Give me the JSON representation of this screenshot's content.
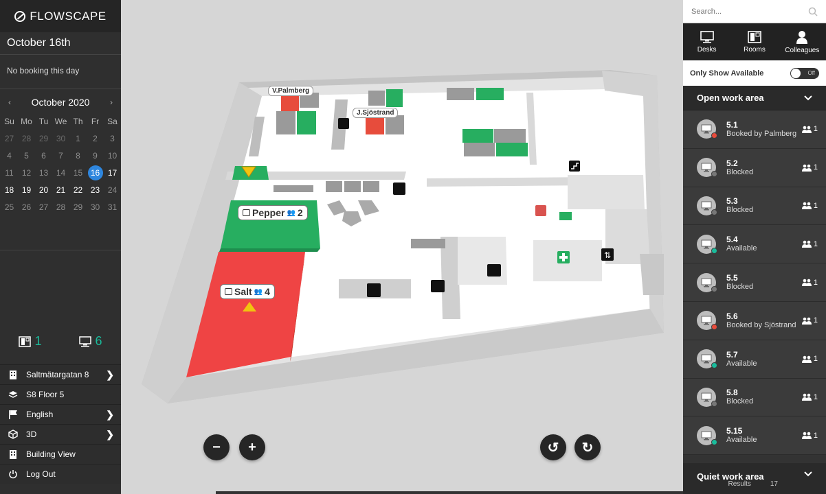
{
  "app": {
    "logo_text": "FLOWSCAPE"
  },
  "left": {
    "date_title": "October 16th",
    "booking_info": "No booking this day",
    "calendar": {
      "month_label": "October 2020",
      "prev": "‹",
      "next": "›",
      "weekdays": [
        "Su",
        "Mo",
        "Tu",
        "We",
        "Th",
        "Fr",
        "Sa"
      ],
      "weeks": [
        [
          "27",
          "28",
          "29",
          "30",
          "1",
          "2",
          "3"
        ],
        [
          "4",
          "5",
          "6",
          "7",
          "8",
          "9",
          "10"
        ],
        [
          "11",
          "12",
          "13",
          "14",
          "15",
          "16",
          "17"
        ],
        [
          "18",
          "19",
          "20",
          "21",
          "22",
          "23",
          "24"
        ],
        [
          "25",
          "26",
          "27",
          "28",
          "29",
          "30",
          "31"
        ]
      ],
      "selected": "16"
    },
    "counts": {
      "rooms": "1",
      "desks": "6"
    },
    "menu": [
      {
        "label": "Saltmätargatan 8",
        "icon": "building-icon",
        "arrow": true
      },
      {
        "label": "S8 Floor 5",
        "icon": "layers-icon",
        "arrow": false
      },
      {
        "label": "English",
        "icon": "flag-icon",
        "arrow": true
      },
      {
        "label": "3D",
        "icon": "cube-icon",
        "arrow": true
      },
      {
        "label": "Building View",
        "icon": "building-icon",
        "arrow": false
      },
      {
        "label": "Log Out",
        "icon": "power-icon",
        "arrow": false
      }
    ]
  },
  "map": {
    "labels": {
      "palmberg": "V.Palmberg",
      "sjostrand": "J.Sjöstrand",
      "pepper": "Pepper",
      "pepper_cap": "2",
      "salt": "Salt",
      "salt_cap": "4"
    },
    "controls": {
      "zoom_out": "−",
      "zoom_in": "+",
      "rotate_left": "↺",
      "rotate_right": "↻"
    }
  },
  "right": {
    "search_placeholder": "Search...",
    "tabs": [
      {
        "label": "Desks",
        "icon": "monitor-icon"
      },
      {
        "label": "Rooms",
        "icon": "door-icon"
      },
      {
        "label": "Colleagues",
        "icon": "person-icon"
      }
    ],
    "toggle_label": "Only Show Available",
    "toggle_state": "Off",
    "section_open": "Open work area",
    "desks": [
      {
        "name": "5.1",
        "status": "Booked by Palmberg",
        "cap": "1",
        "dot": "#e74c3c"
      },
      {
        "name": "5.2",
        "status": "Blocked",
        "cap": "1",
        "dot": "#777777"
      },
      {
        "name": "5.3",
        "status": "Blocked",
        "cap": "1",
        "dot": "#777777"
      },
      {
        "name": "5.4",
        "status": "Available",
        "cap": "1",
        "dot": "#1abc9c"
      },
      {
        "name": "5.5",
        "status": "Blocked",
        "cap": "1",
        "dot": "#777777"
      },
      {
        "name": "5.6",
        "status": "Booked by Sjöstrand",
        "cap": "1",
        "dot": "#e74c3c"
      },
      {
        "name": "5.7",
        "status": "Available",
        "cap": "1",
        "dot": "#1abc9c"
      },
      {
        "name": "5.8",
        "status": "Blocked",
        "cap": "1",
        "dot": "#777777"
      },
      {
        "name": "5.15",
        "status": "Available",
        "cap": "1",
        "dot": "#1abc9c"
      }
    ],
    "section_quiet": "Quiet work area",
    "results_label": "Results",
    "results_count": "17"
  }
}
